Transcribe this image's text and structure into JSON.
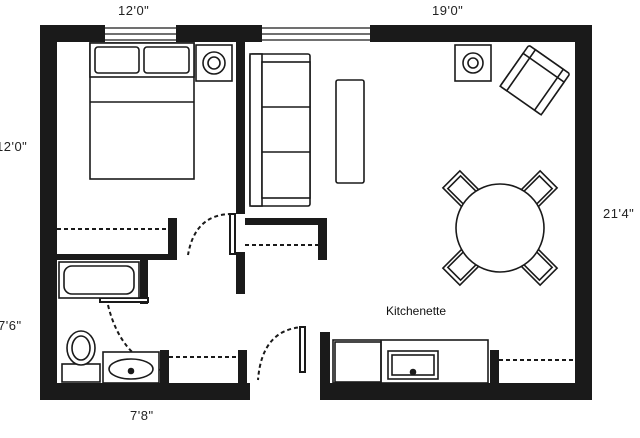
{
  "dimensions": {
    "top_left": "12'0\"",
    "top_right": "19'0\"",
    "left_upper": "12'0\"",
    "left_lower": "7'6\"",
    "right": "21'4\"",
    "bottom_left": "7'8\""
  },
  "rooms": {
    "kitchenette": "Kitchenette"
  },
  "colors": {
    "wall": "#1a1a1a",
    "line": "#222222",
    "fill": "#ffffff",
    "furniture_fill": "#f4f4f4"
  }
}
